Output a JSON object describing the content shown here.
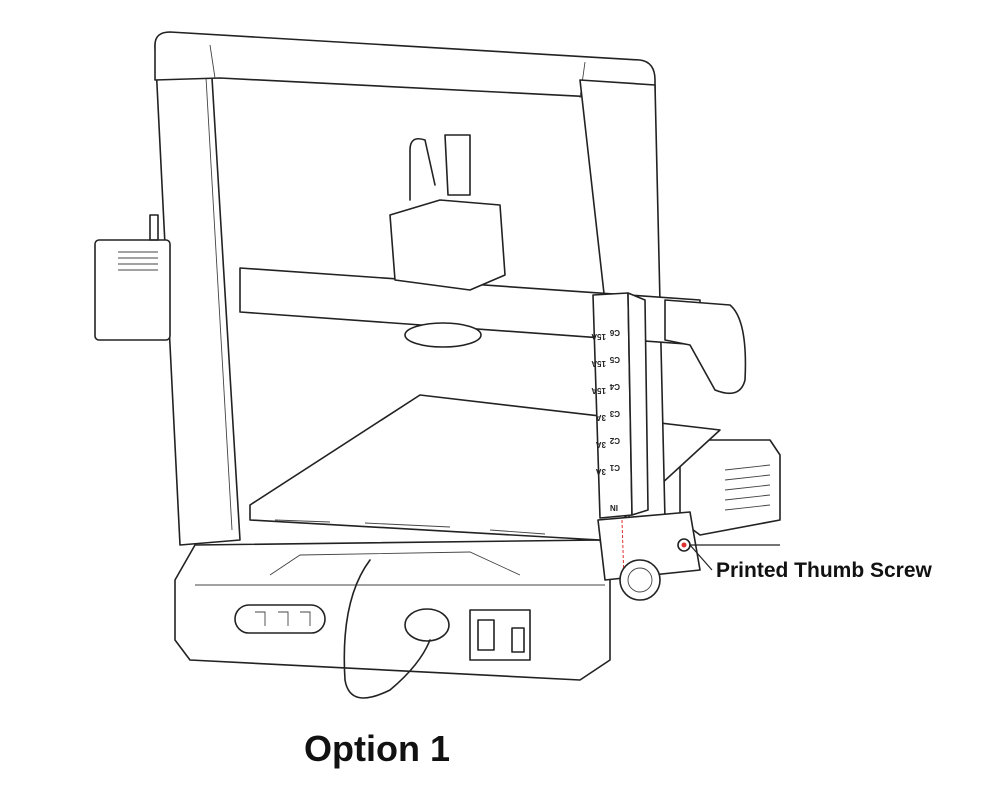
{
  "callout": {
    "label": "Printed Thumb Screw",
    "line_color": "#222222",
    "marker_color": "#e03030"
  },
  "caption": "Option 1",
  "fuse_board": {
    "labels": [
      {
        "id": "C6",
        "rating": "15A"
      },
      {
        "id": "C5",
        "rating": "15A"
      },
      {
        "id": "C4",
        "rating": "15A"
      },
      {
        "id": "C3",
        "rating": "3A"
      },
      {
        "id": "C2",
        "rating": "3A"
      },
      {
        "id": "C1",
        "rating": "3A"
      }
    ],
    "input_label": "IN"
  }
}
